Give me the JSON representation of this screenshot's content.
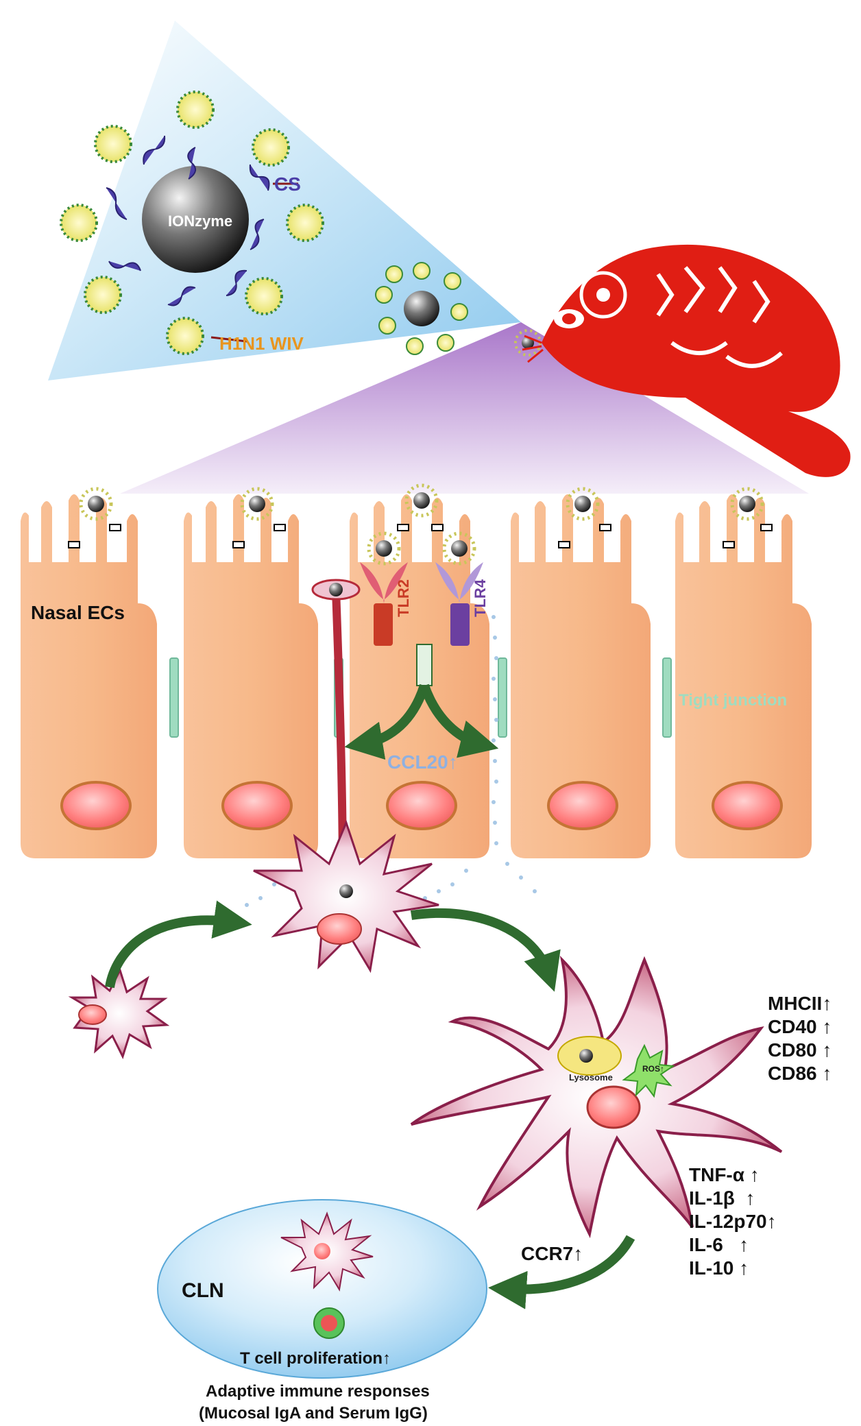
{
  "labels": {
    "ionzyme": "IONzyme",
    "cs": "CS",
    "h1n1_wiv": "H1N1 WIV",
    "nasal_ecs": "Nasal ECs",
    "tlr2": "TLR2",
    "tlr4": "TLR4",
    "tight_junction": "Tight junction",
    "ccl20": "CCL20↑",
    "lysosome": "Lysosome",
    "ros": "ROS↑",
    "ccr7": "CCR7↑",
    "cln": "CLN",
    "t_cell_proliferation": "T cell proliferation↑",
    "adaptive_line1": "Adaptive immune responses",
    "adaptive_line2": "(Mucosal IgA and Serum IgG)"
  },
  "maturation_markers": [
    "MHCII↑",
    "CD40 ↑",
    "CD80 ↑",
    "CD86 ↑"
  ],
  "cytokines": [
    "TNF-α ↑",
    "IL-1β  ↑",
    "IL-12p70↑",
    "IL-6   ↑",
    "IL-10 ↑"
  ],
  "colors": {
    "mouse_red": "#e01e14",
    "cell_orange": "#f7b98a",
    "dc_pink": "#b5365a",
    "arrow_green": "#2f6b2f",
    "cs_purple": "#4b3fa8",
    "wiv_orange": "#e8951e",
    "tlr2_red": "#c93b26",
    "tlr4_purple": "#6b3fa0",
    "tight_junction_mint": "#9fdcc0",
    "ccl20_blue": "#8fb0e0",
    "cln_blue": "#9fd2f0"
  }
}
